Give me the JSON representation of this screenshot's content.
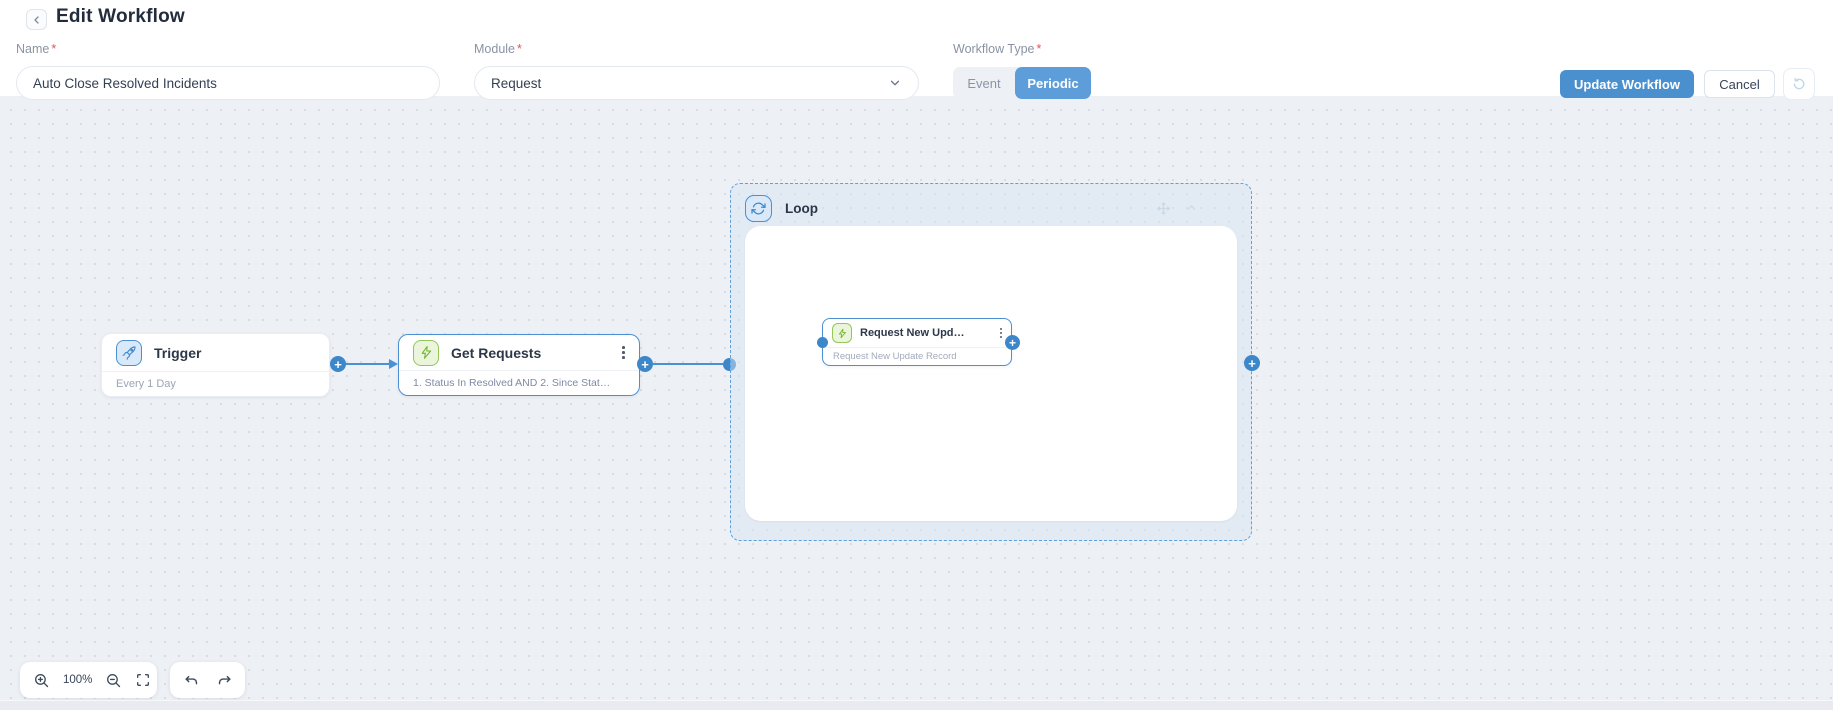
{
  "header": {
    "title": "Edit Workflow",
    "required_mark": "*",
    "name_field": {
      "label": "Name",
      "value": "Auto Close Resolved Incidents"
    },
    "module_field": {
      "label": "Module",
      "value": "Request"
    },
    "workflow_type": {
      "label": "Workflow Type",
      "event_option": "Event",
      "periodic_option": "Periodic",
      "selected": "Periodic"
    },
    "update_button": "Update Workflow",
    "cancel_button": "Cancel"
  },
  "canvas": {
    "trigger": {
      "title": "Trigger",
      "schedule": "Every 1 Day",
      "icon": "rocket-icon"
    },
    "get_requests": {
      "title": "Get Requests",
      "condition": "1. Status In Resolved AND 2. Since Stat…",
      "icon": "lightning-icon"
    },
    "loop": {
      "title": "Loop",
      "icon": "loop-sync-icon"
    },
    "loop_child": {
      "title": "Request New Upd…",
      "subtitle": "Request New Update Record",
      "icon": "lightning-icon"
    }
  },
  "toolbar": {
    "zoom_level": "100%"
  },
  "colors": {
    "primary_button_blue": "#4a90cf",
    "toggle_active_blue": "#5d9dda",
    "node_selected_border": "#4a90d2",
    "connector_blue": "#3c86ca",
    "green_action_icon": "#70b52c",
    "canvas_background": "#edf0f5",
    "required_red": "#e25555"
  }
}
